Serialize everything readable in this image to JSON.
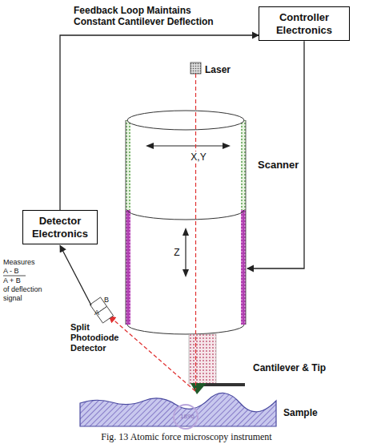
{
  "diagram": {
    "caption": "Fig. 13 Atomic force microscopy instrument",
    "nodes": [
      {
        "text": [
          "Controller Electronics"
        ]
      },
      {
        "text": [
          "Detector Electronics"
        ]
      }
    ],
    "edges": [
      {
        "from": 1,
        "to": 0,
        "label": "Feedback Loop Maintains Constant Cantilever Deflection",
        "arrow": "to"
      }
    ],
    "labels": [
      "Laser",
      "X,Y",
      "Scanner",
      "Z",
      "Measures",
      "A - B",
      "A + B",
      "of deflection signal",
      "B",
      "A",
      "Split Photodiode Detector",
      "Cantilever & Tip",
      "Sample",
      "1896"
    ]
  }
}
